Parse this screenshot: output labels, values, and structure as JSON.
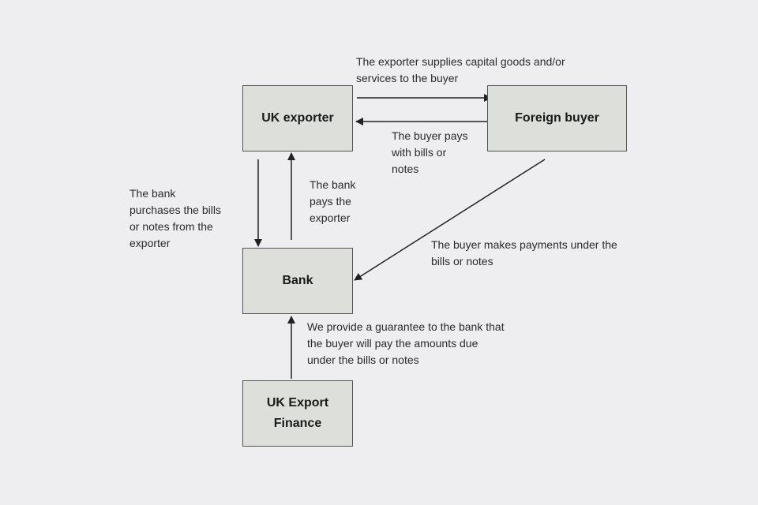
{
  "nodes": {
    "uk_exporter": "UK exporter",
    "foreign_buyer": "Foreign buyer",
    "bank": "Bank",
    "ukef": "UK Export\nFinance"
  },
  "edges": {
    "exporter_to_buyer": "The exporter supplies capital goods and/or\nservices to the buyer",
    "buyer_to_exporter": "The buyer pays\nwith bills or\nnotes",
    "exporter_to_bank": "The bank\npurchases the bills\nor notes from the\nexporter",
    "bank_to_exporter": "The bank\npays the\nexporter",
    "buyer_to_bank": "The buyer makes payments under the\nbills or notes",
    "ukef_to_bank": "We provide a guarantee to the bank that\nthe buyer will pay the amounts due\nunder the bills or notes"
  }
}
